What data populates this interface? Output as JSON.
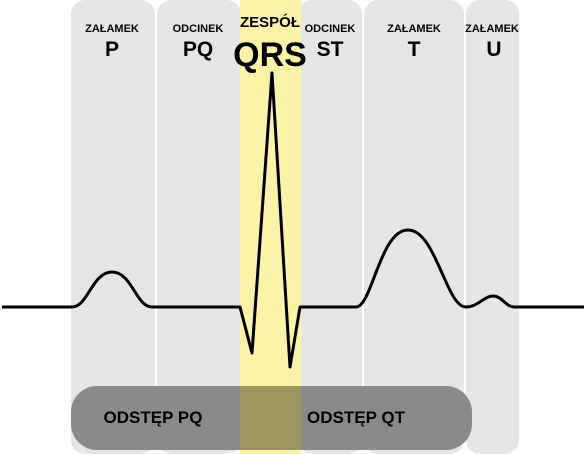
{
  "segments": [
    {
      "id": "p",
      "top": "ZAŁAMEK",
      "main": "P"
    },
    {
      "id": "pq",
      "top": "ODCINEK",
      "main": "PQ"
    },
    {
      "id": "qrs",
      "top": "ZESPÓŁ",
      "main": "QRS"
    },
    {
      "id": "st",
      "top": "ODCINEK",
      "main": "ST"
    },
    {
      "id": "t",
      "top": "ZAŁAMEK",
      "main": "T"
    },
    {
      "id": "u",
      "top": "ZAŁAMEK",
      "main": "U"
    }
  ],
  "intervals": {
    "pq": "ODSTĘP PQ",
    "qt": "ODSTĘP QT"
  },
  "colors": {
    "band": "#e6e6e6",
    "qrs_band": "#fbf3a8",
    "interval_fill": "#8a8a8a",
    "qrs_overlap": "#9b9560",
    "trace": "#000000"
  }
}
